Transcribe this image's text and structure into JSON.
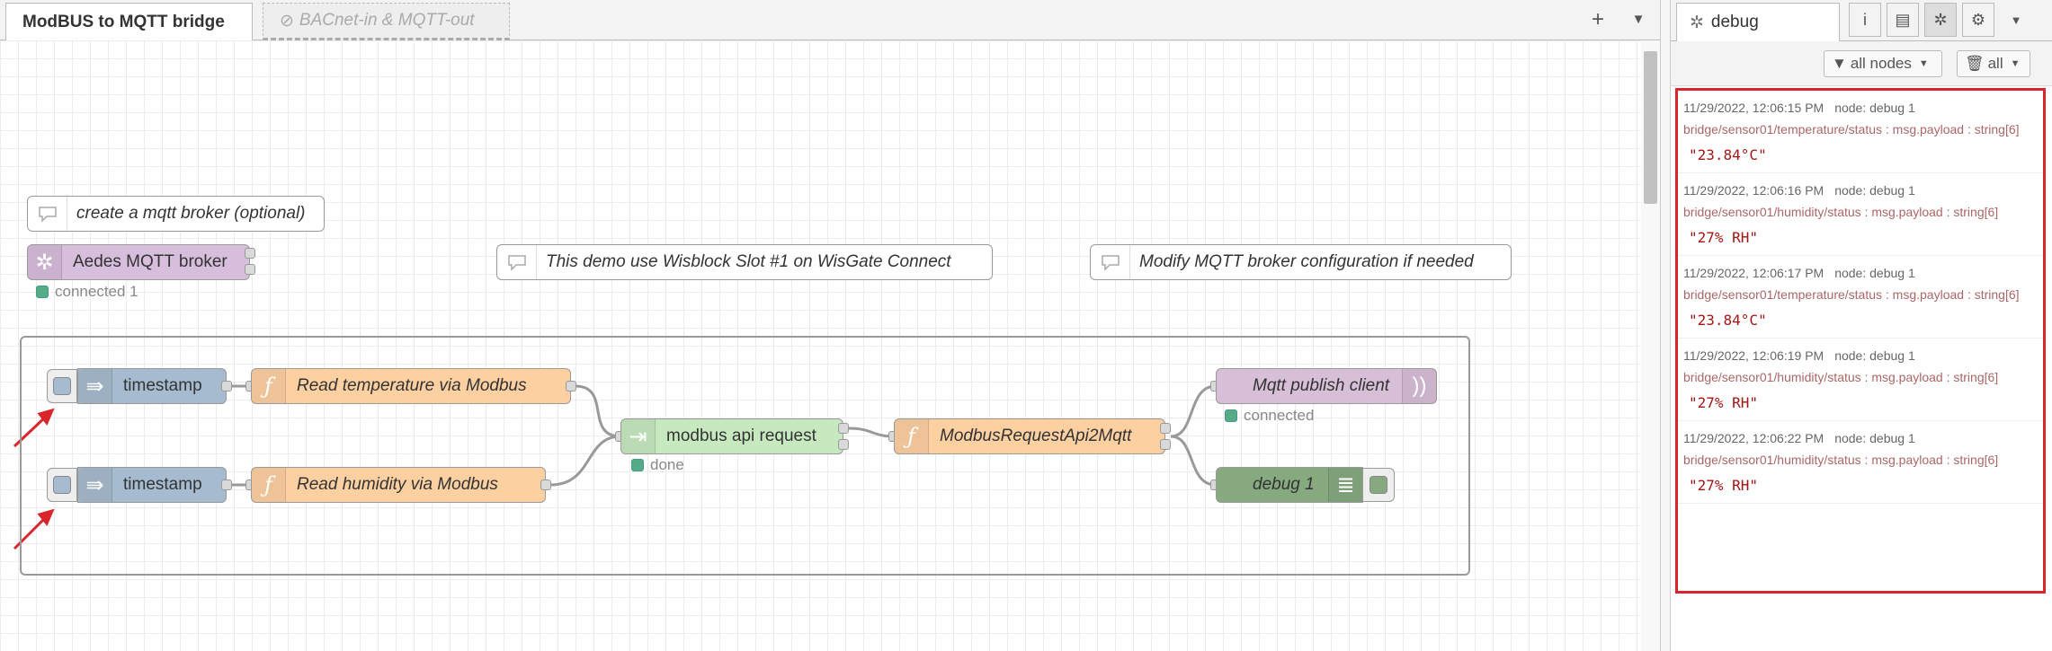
{
  "workspace": {
    "tabs": [
      {
        "label": "ModBUS to MQTT bridge",
        "active": true
      },
      {
        "label": "BACnet-in & MQTT-out",
        "disabled": true
      }
    ],
    "add_icon": "plus-icon",
    "menu_icon": "caret-down-icon"
  },
  "canvas": {
    "comments": {
      "mqtt_broker_opt": "create a mqtt broker (optional)",
      "wisblock": "This demo use Wisblock Slot #1 on WisGate Connect",
      "modify_broker": "Modify MQTT broker configuration if needed"
    },
    "nodes": {
      "aedes": {
        "label": "Aedes MQTT broker",
        "status": "connected 1",
        "color": "#d7bedc"
      },
      "ts1": {
        "label": "timestamp",
        "color": "#a6bbcf"
      },
      "ts2": {
        "label": "timestamp",
        "color": "#a6bbcf"
      },
      "read_temp": {
        "label": "Read temperature via Modbus",
        "color": "#fdd0a2"
      },
      "read_hum": {
        "label": "Read humidity via Modbus",
        "color": "#fdd0a2"
      },
      "modbus_api": {
        "label": "modbus api request",
        "status": "done",
        "color": "#c7e9c0"
      },
      "convert": {
        "label": "ModbusRequestApi2Mqtt",
        "color": "#fdd0a2"
      },
      "mqtt_out": {
        "label": "Mqtt publish client",
        "status": "connected",
        "color": "#d8bfd8"
      },
      "debug1": {
        "label": "debug 1",
        "color": "#87a980"
      }
    }
  },
  "sidebar": {
    "tab_label": "debug",
    "tab_icon": "bug-icon",
    "buttons": [
      "info-icon",
      "book-icon",
      "bug-icon",
      "gear-icon"
    ],
    "filter_nodes": "all nodes",
    "clear_label": "all",
    "messages": [
      {
        "time": "11/29/2022, 12:06:15 PM",
        "node": "node: debug 1",
        "topic": "bridge/sensor01/temperature/status : msg.payload : string[6]",
        "value": "\"23.84°C\""
      },
      {
        "time": "11/29/2022, 12:06:16 PM",
        "node": "node: debug 1",
        "topic": "bridge/sensor01/humidity/status : msg.payload : string[6]",
        "value": "\"27% RH\""
      },
      {
        "time": "11/29/2022, 12:06:17 PM",
        "node": "node: debug 1",
        "topic": "bridge/sensor01/temperature/status : msg.payload : string[6]",
        "value": "\"23.84°C\""
      },
      {
        "time": "11/29/2022, 12:06:19 PM",
        "node": "node: debug 1",
        "topic": "bridge/sensor01/humidity/status : msg.payload : string[6]",
        "value": "\"27% RH\""
      },
      {
        "time": "11/29/2022, 12:06:22 PM",
        "node": "node: debug 1",
        "topic": "bridge/sensor01/humidity/status : msg.payload : string[6]",
        "value": "\"27% RH\""
      }
    ]
  },
  "colors": {
    "highlight_border": "#d9262c",
    "arrow": "#d9262c"
  }
}
